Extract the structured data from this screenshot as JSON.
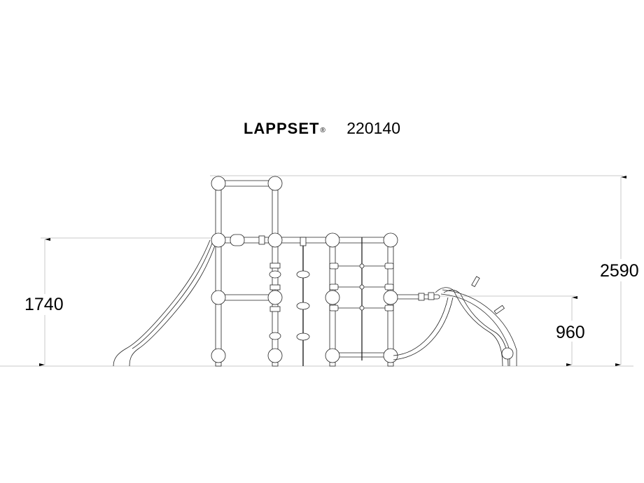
{
  "header": {
    "brand": "LAPPSET",
    "registered_mark": "®",
    "product_code": "220140"
  },
  "dimensions": {
    "left_height": "1740",
    "right_small_height": "960",
    "right_total_height": "2590"
  },
  "drawing": {
    "view": "side elevation",
    "components": [
      "wave slide",
      "frame towers",
      "bead climbing rope",
      "rope net ladder",
      "curved climbing arch",
      "short slide"
    ],
    "line_color": "#000000",
    "dimension_line_color": "#c8c8c8"
  }
}
